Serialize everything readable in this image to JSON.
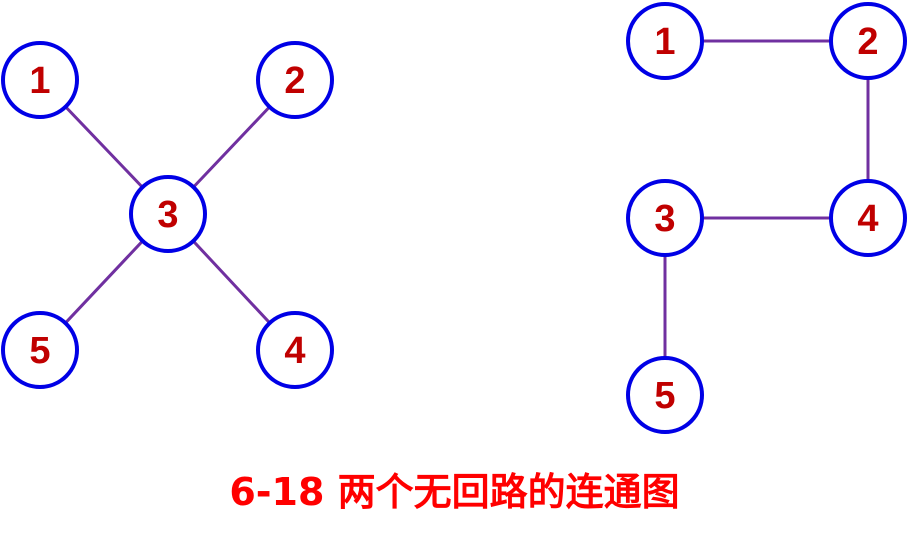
{
  "caption": "6-18 两个无回路的连通图",
  "colors": {
    "edge": "#7030a0",
    "node_border": "#0000e6",
    "node_label": "#c00000",
    "caption": "#ff0000"
  },
  "graphs": [
    {
      "id": "left-graph",
      "nodes": [
        "1",
        "2",
        "3",
        "4",
        "5"
      ],
      "edges": [
        [
          "1",
          "3"
        ],
        [
          "2",
          "3"
        ],
        [
          "3",
          "5"
        ],
        [
          "3",
          "4"
        ]
      ]
    },
    {
      "id": "right-graph",
      "nodes": [
        "1",
        "2",
        "3",
        "4",
        "5"
      ],
      "edges": [
        [
          "1",
          "2"
        ],
        [
          "2",
          "4"
        ],
        [
          "4",
          "3"
        ],
        [
          "3",
          "5"
        ]
      ]
    }
  ]
}
